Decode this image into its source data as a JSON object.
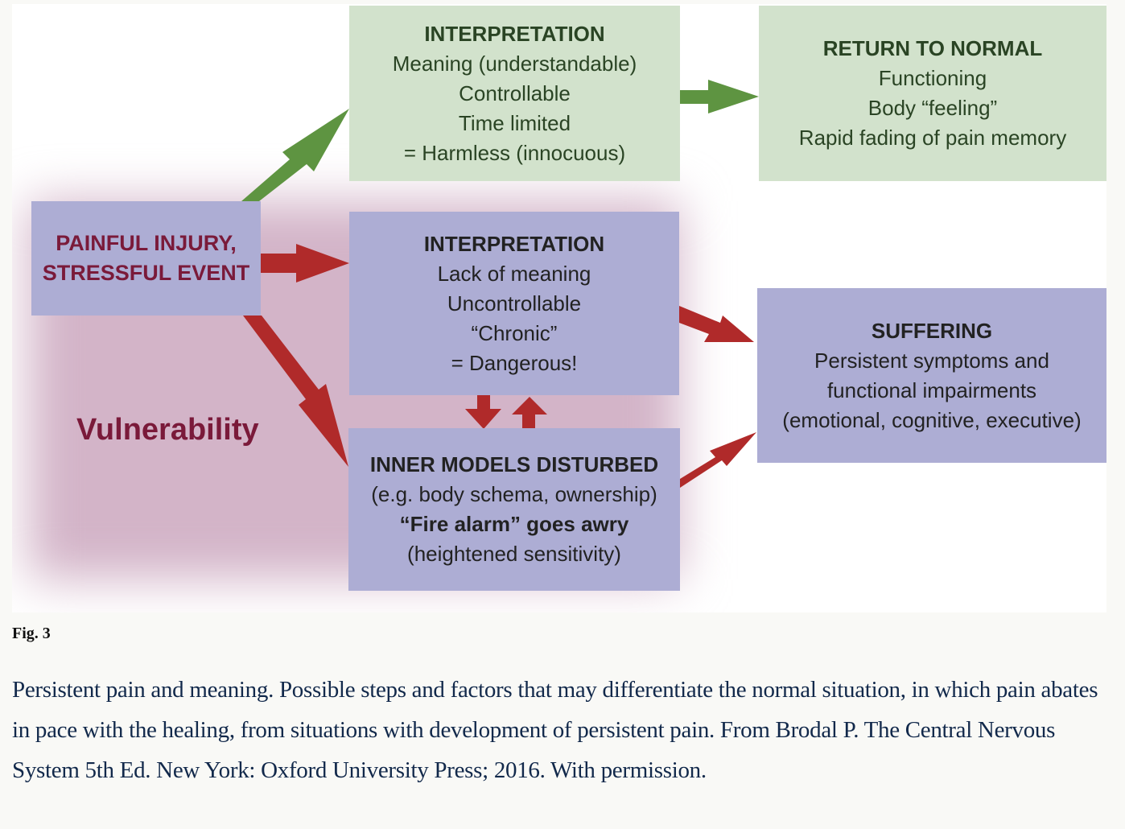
{
  "figure": {
    "boxes": {
      "normal_interpretation": {
        "title": "INTERPRETATION",
        "lines": [
          "Meaning (understandable)",
          "Controllable",
          "Time limited",
          "= Harmless (innocuous)"
        ]
      },
      "return_to_normal": {
        "title": "RETURN TO NORMAL",
        "lines": [
          "Functioning",
          "Body “feeling”",
          "Rapid fading of pain memory"
        ]
      },
      "injury": {
        "lines": [
          "PAINFUL INJURY,",
          "STRESSFUL EVENT"
        ]
      },
      "chronic_interpretation": {
        "title": "INTERPRETATION",
        "lines": [
          "Lack of meaning",
          "Uncontrollable",
          "“Chronic”",
          "= Dangerous!"
        ]
      },
      "inner_models": {
        "title": "INNER MODELS DISTURBED",
        "lines": [
          "(e.g. body schema, ownership)",
          "“Fire alarm” goes awry",
          "(heightened sensitivity)"
        ]
      },
      "suffering": {
        "title": "SUFFERING",
        "lines": [
          "Persistent symptoms and",
          "functional impairments",
          "(emotional, cognitive, executive)"
        ]
      }
    },
    "vulnerability_label": "Vulnerability",
    "colors": {
      "green_box": "#d2e2cc",
      "purple_box": "#adadd4",
      "green_arrow": "#5e9441",
      "red_arrow": "#b02a2a",
      "vulnerability": "#d3b4c8",
      "maroon_text": "#7a1a3a"
    }
  },
  "caption": {
    "fig_label": "Fig. 3",
    "text": "Persistent pain and meaning. Possible steps and factors that may differentiate the normal situation, in which pain abates in pace with the healing, from situations with development of persistent pain. From Brodal P. The Central Nervous System 5th Ed. New York: Oxford University Press; 2016. With permission."
  }
}
